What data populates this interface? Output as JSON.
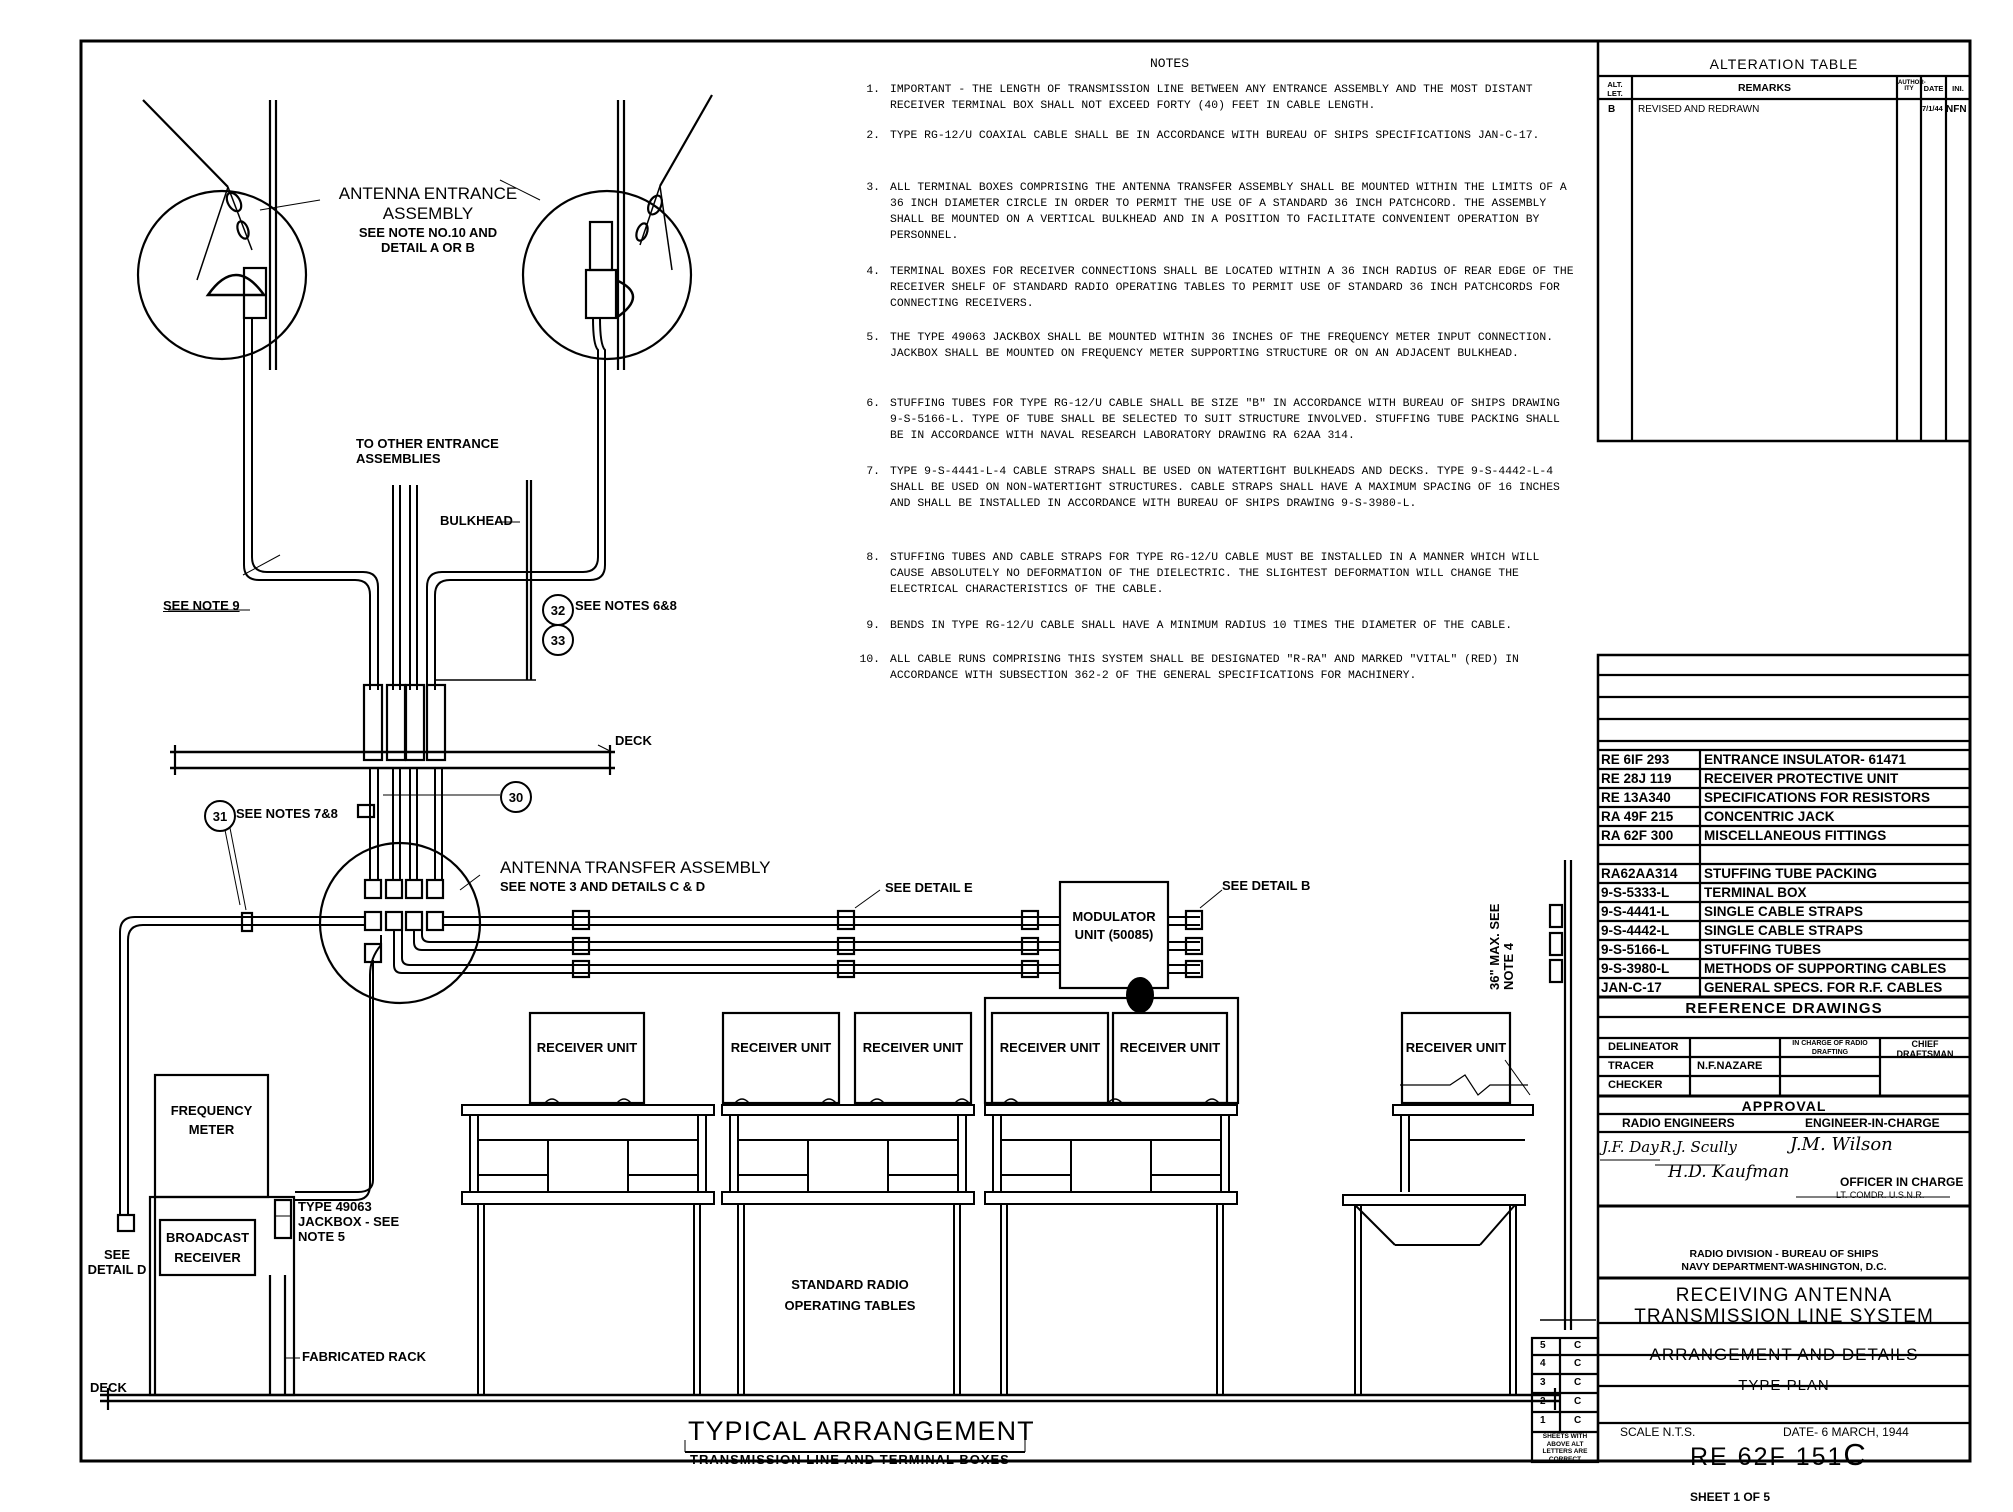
{
  "notes": {
    "title": "NOTES",
    "items": [
      {
        "num": "1.",
        "text": "IMPORTANT - THE LENGTH OF TRANSMISSION LINE BETWEEN ANY ENTRANCE ASSEMBLY AND THE MOST DISTANT RECEIVER TERMINAL BOX SHALL NOT EXCEED FORTY (40) FEET IN CABLE LENGTH."
      },
      {
        "num": "2.",
        "text": "TYPE RG-12/U COAXIAL CABLE SHALL BE IN ACCORDANCE WITH BUREAU OF SHIPS SPECIFICATIONS JAN-C-17."
      },
      {
        "num": "3.",
        "text": "ALL TERMINAL BOXES COMPRISING THE ANTENNA TRANSFER ASSEMBLY SHALL BE MOUNTED WITHIN THE LIMITS OF A 36 INCH DIAMETER CIRCLE IN ORDER TO PERMIT THE USE OF A STANDARD 36 INCH PATCHCORD. THE ASSEMBLY SHALL BE MOUNTED ON A VERTICAL BULKHEAD AND IN A POSITION TO FACILITATE CONVENIENT OPERATION BY PERSONNEL."
      },
      {
        "num": "4.",
        "text": "TERMINAL BOXES FOR RECEIVER CONNECTIONS SHALL BE LOCATED WITHIN A 36 INCH RADIUS OF REAR EDGE OF THE RECEIVER SHELF OF STANDARD RADIO OPERATING TABLES TO PERMIT USE OF STANDARD 36 INCH PATCHCORDS FOR CONNECTING RECEIVERS."
      },
      {
        "num": "5.",
        "text": "THE TYPE 49063 JACKBOX SHALL BE MOUNTED WITHIN 36 INCHES OF THE FREQUENCY METER INPUT CONNECTION. JACKBOX SHALL BE MOUNTED ON FREQUENCY METER SUPPORTING STRUCTURE OR ON AN ADJACENT BULKHEAD."
      },
      {
        "num": "6.",
        "text": "STUFFING TUBES FOR TYPE RG-12/U CABLE SHALL BE SIZE \"B\" IN ACCORDANCE WITH BUREAU OF SHIPS DRAWING 9-S-5166-L. TYPE OF TUBE SHALL BE SELECTED TO SUIT STRUCTURE INVOLVED. STUFFING TUBE PACKING SHALL BE IN ACCORDANCE WITH NAVAL RESEARCH LABORATORY DRAWING RA 62AA 314."
      },
      {
        "num": "7.",
        "text": "TYPE 9-S-4441-L-4 CABLE STRAPS SHALL BE USED ON WATERTIGHT BULKHEADS AND DECKS. TYPE 9-S-4442-L-4 SHALL BE USED ON NON-WATERTIGHT STRUCTURES. CABLE STRAPS SHALL HAVE A MAXIMUM SPACING OF 16 INCHES AND SHALL BE INSTALLED IN ACCORDANCE WITH BUREAU OF SHIPS DRAWING 9-S-3980-L."
      },
      {
        "num": "8.",
        "text": "STUFFING TUBES AND CABLE STRAPS FOR TYPE RG-12/U CABLE MUST BE INSTALLED IN A MANNER WHICH WILL CAUSE ABSOLUTELY NO DEFORMATION OF THE DIELECTRIC. THE SLIGHTEST DEFORMATION WILL CHANGE THE ELECTRICAL CHARACTERISTICS OF THE CABLE."
      },
      {
        "num": "9.",
        "text": "BENDS IN TYPE RG-12/U CABLE SHALL HAVE A MINIMUM RADIUS 10 TIMES THE DIAMETER OF THE CABLE."
      },
      {
        "num": "10.",
        "text": "ALL CABLE RUNS COMPRISING THIS SYSTEM SHALL BE DESIGNATED \"R-RA\" AND MARKED \"VITAL\" (RED) IN ACCORDANCE WITH SUBSECTION 362-2 OF THE GENERAL SPECIFICATIONS FOR MACHINERY."
      }
    ]
  },
  "alteration_table": {
    "title": "ALTERATION TABLE",
    "headers": {
      "alt": "ALT. LET.",
      "remarks": "REMARKS",
      "auth": "AUTHOR-ITY",
      "date": "DATE",
      "ini": "INI."
    },
    "rows": [
      {
        "alt": "B",
        "remarks": "REVISED AND REDRAWN",
        "date": "7/1/44",
        "ini": "NFN"
      }
    ]
  },
  "references": [
    {
      "code": "RE 6IF 293",
      "desc": "ENTRANCE INSULATOR- 61471"
    },
    {
      "code": "RE 28J 119",
      "desc": "RECEIVER PROTECTIVE UNIT"
    },
    {
      "code": "RE 13A340",
      "desc": "SPECIFICATIONS FOR RESISTORS"
    },
    {
      "code": "RA 49F 215",
      "desc": "CONCENTRIC JACK"
    },
    {
      "code": "RA 62F 300",
      "desc": "MISCELLANEOUS FITTINGS"
    },
    {
      "code": "",
      "desc": ""
    },
    {
      "code": "RA62AA314",
      "desc": "STUFFING TUBE PACKING"
    },
    {
      "code": "9-S-5333-L",
      "desc": "TERMINAL BOX"
    },
    {
      "code": "9-S-4441-L",
      "desc": "SINGLE CABLE STRAPS"
    },
    {
      "code": "9-S-4442-L",
      "desc": "SINGLE CABLE STRAPS"
    },
    {
      "code": "9-S-5166-L",
      "desc": "STUFFING TUBES"
    },
    {
      "code": "9-S-3980-L",
      "desc": "METHODS OF SUPPORTING CABLES"
    },
    {
      "code": "JAN-C-17",
      "desc": "GENERAL SPECS. FOR R.F. CABLES"
    }
  ],
  "title_block": {
    "reference_drawings": "REFERENCE DRAWINGS",
    "delineator": "DELINEATOR",
    "tracer": "TRACER",
    "tracer_name": "N.F.NAZARE",
    "checker": "CHECKER",
    "in_charge": "IN CHARGE OF RADIO DRAFTING",
    "chief_draftsman": "CHIEF DRAFTSMAN",
    "approval": "APPROVAL",
    "radio_engineers": "RADIO ENGINEERS",
    "engineer_in_charge": "ENGINEER-IN-CHARGE",
    "sig1": "J.F. Day",
    "sig2": "R.J. Scully",
    "sig3": "J.M. Wilson",
    "sig4": "H.D. Kaufman",
    "officer_in_charge": "OFFICER IN CHARGE",
    "officer_rank": "LT. COMDR. U.S.N.R.",
    "division": "RADIO DIVISION - BUREAU OF SHIPS",
    "department": "NAVY DEPARTMENT-WASHINGTON, D.C.",
    "title_line1": "RECEIVING ANTENNA",
    "title_line2": "TRANSMISSION LINE SYSTEM",
    "subtitle": "ARRANGEMENT AND DETAILS",
    "type": "TYPE PLAN",
    "scale": "SCALE N.T.S.",
    "date": "DATE- 6 MARCH, 1944",
    "drawing_number": "RE 62F 151",
    "drawing_rev": "C",
    "sheet": "SHEET 1 OF 5"
  },
  "sheet_rev": {
    "rows": [
      {
        "n": "5",
        "l": "C"
      },
      {
        "n": "4",
        "l": "C"
      },
      {
        "n": "3",
        "l": "C"
      },
      {
        "n": "2",
        "l": "C"
      },
      {
        "n": "1",
        "l": "C"
      }
    ],
    "caption": "SHEETS WITH ABOVE ALT LETTERS ARE CORRECT"
  },
  "diagram": {
    "antenna_entrance": "ANTENNA ENTRANCE ASSEMBLY",
    "antenna_entrance_note": "SEE NOTE NO.10 AND DETAIL A OR B",
    "to_other": "TO OTHER ENTRANCE ASSEMBLIES",
    "bulkhead": "BULKHEAD",
    "see_note9": "SEE NOTE 9",
    "see_notes_68": "SEE NOTES 6&8",
    "deck": "DECK",
    "see_notes_78": "SEE NOTES 7&8",
    "transfer_assembly": "ANTENNA TRANSFER ASSEMBLY",
    "transfer_note": "SEE NOTE 3 AND DETAILS C & D",
    "see_detail_e": "SEE DETAIL E",
    "see_detail_b": "SEE DETAIL B",
    "modulator": "MODULATOR UNIT (50085)",
    "max36": "36\" MAX. SEE NOTE 4",
    "receiver_unit": "RECEIVER UNIT",
    "frequency_meter": "FREQUENCY METER",
    "broadcast_receiver": "BROADCAST RECEIVER",
    "jackbox": "TYPE 49063 JACKBOX - SEE NOTE 5",
    "see_detail_d": "SEE DETAIL D",
    "fabricated_rack": "FABRICATED RACK",
    "deck_bottom": "DECK",
    "operating_tables": "STANDARD RADIO OPERATING TABLES",
    "circles": [
      "32",
      "33",
      "30",
      "31"
    ],
    "main_title": "TYPICAL ARRANGEMENT",
    "main_subtitle": "TRANSMISSION LINE AND TERMINAL BOXES"
  }
}
